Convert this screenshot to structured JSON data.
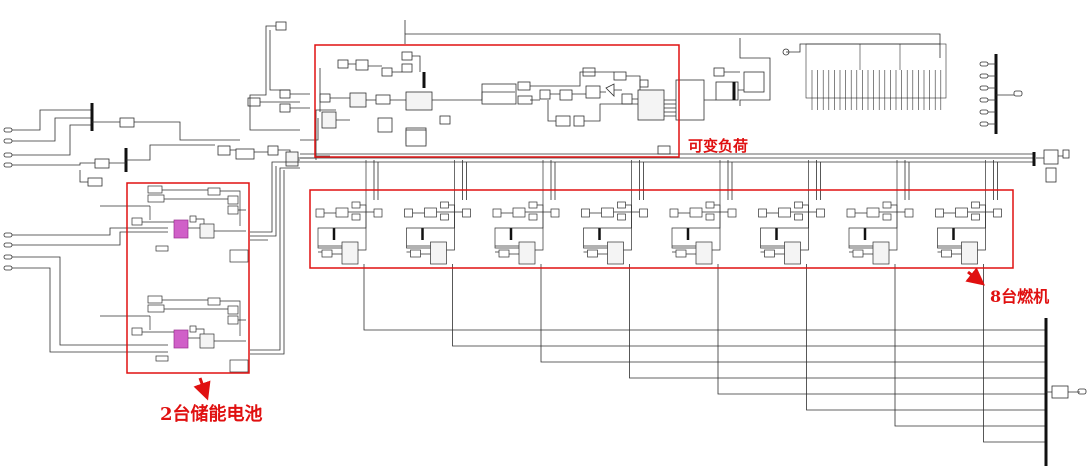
{
  "annotations": {
    "variable_load": "可变负荷",
    "generators": "8台燃机",
    "batteries": "2台储能电池"
  },
  "model": {
    "generator_count": 8,
    "battery_count": 2
  },
  "colors": {
    "highlight": "#e01010",
    "wire": "#303030",
    "block_fill": "#f4f4f4",
    "battery_block": "#d060c8"
  }
}
